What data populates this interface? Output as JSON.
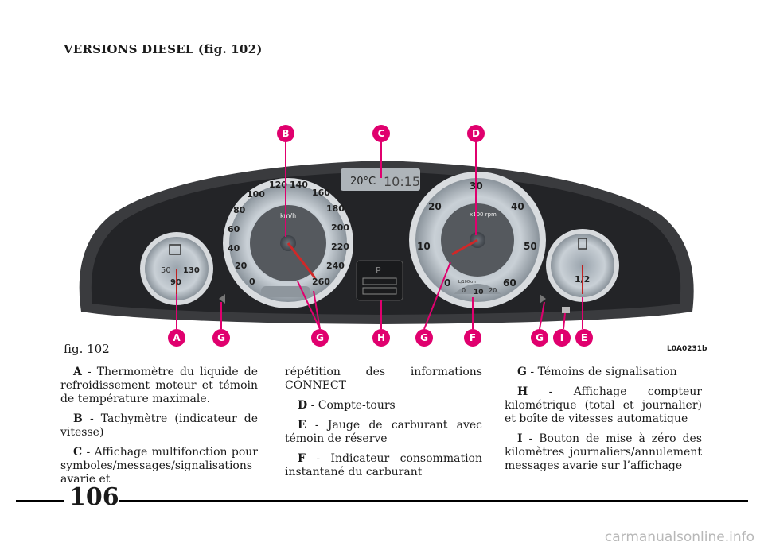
{
  "heading": "VERSIONS DIESEL (fig. 102)",
  "figure": {
    "caption": "fig. 102",
    "code": "L0A0231b",
    "display": {
      "temp": "20°C",
      "time": "10:15"
    },
    "speedo_ticks": [
      "0",
      "20",
      "40",
      "60",
      "80",
      "100",
      "120",
      "140",
      "160",
      "180",
      "200",
      "220",
      "240",
      "260"
    ],
    "speedo_unit": "km/h",
    "tacho_ticks": [
      "0",
      "10",
      "20",
      "30",
      "40",
      "50",
      "60"
    ],
    "tacho_unit": "x100 rpm",
    "temp_ticks": [
      "50",
      "90",
      "130"
    ],
    "fuel_label": "1/2",
    "cons_ticks": [
      "0",
      "10",
      "20"
    ],
    "cons_unit": "L/100km",
    "gear": "P",
    "callouts_top": [
      "B",
      "C",
      "D"
    ],
    "callouts_bottom": [
      "A",
      "G",
      "G",
      "H",
      "G",
      "F",
      "G",
      "I",
      "E"
    ],
    "accent": "#e0006e"
  },
  "columns": {
    "c1": [
      {
        "key": "A",
        "text": " - Thermomètre du liquide de refroidissement moteur et témoin de température maximale."
      },
      {
        "key": "B",
        "text": " - Tachymètre (indicateur de vitesse)"
      },
      {
        "key": "C",
        "text": " - Affichage multifonction pour symboles/messages/signalisations avarie et"
      }
    ],
    "c2": [
      {
        "key": "",
        "text": "répétition des informations CONNECT"
      },
      {
        "key": "D",
        "text": " - Compte-tours"
      },
      {
        "key": "E",
        "text": " - Jauge de carburant avec témoin de réserve"
      },
      {
        "key": "F",
        "text": " - Indicateur consommation instantané du carburant"
      }
    ],
    "c3": [
      {
        "key": "G",
        "text": " - Témoins de signalisation"
      },
      {
        "key": "H",
        "text": " - Affichage compteur kilométrique (total et journalier) et boîte de vitesses automatique"
      },
      {
        "key": "I",
        "text": " - Bouton de mise à zéro des kilomètres journaliers/annulement messages avarie sur l’affichage"
      }
    ]
  },
  "page_number": "106",
  "watermark": "carmanualsonline.info"
}
